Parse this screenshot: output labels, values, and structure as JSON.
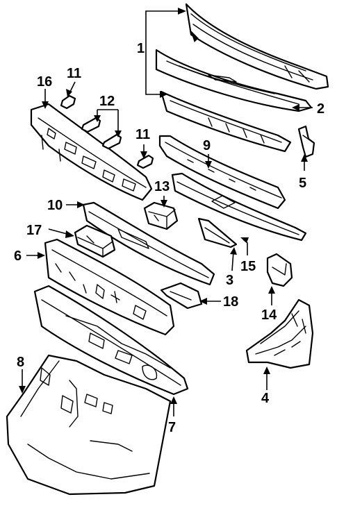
{
  "diagram": {
    "callouts": {
      "c1": "1",
      "c2": "2",
      "c3": "3",
      "c4": "4",
      "c5": "5",
      "c6": "6",
      "c7": "7",
      "c8": "8",
      "c9": "9",
      "c10": "10",
      "c11a": "11",
      "c11b": "11",
      "c12": "12",
      "c13": "13",
      "c14": "14",
      "c15": "15",
      "c16": "16",
      "c17": "17",
      "c18": "18"
    }
  }
}
